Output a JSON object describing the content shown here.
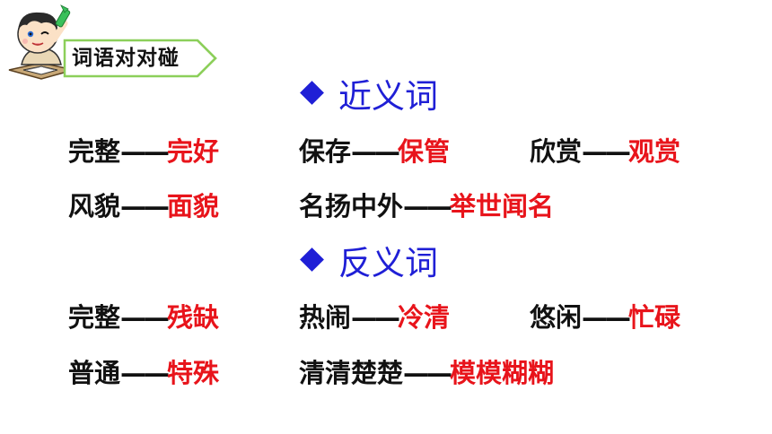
{
  "header": {
    "badge_label": "词语对对碰"
  },
  "sections": [
    {
      "title": "近义词",
      "rows": [
        [
          {
            "word": "完整",
            "dash": "——",
            "answer": "完好"
          },
          {
            "word": "保存",
            "dash": "——",
            "answer": "保管"
          },
          {
            "word": "欣赏",
            "dash": "——",
            "answer": "观赏"
          }
        ],
        [
          {
            "word": "风貌",
            "dash": "——",
            "answer": "面貌"
          },
          {
            "word": "名扬中外",
            "dash": "——",
            "answer": "举世闻名"
          }
        ]
      ]
    },
    {
      "title": "反义词",
      "rows": [
        [
          {
            "word": "完整",
            "dash": "——",
            "answer": "残缺"
          },
          {
            "word": "热闹",
            "dash": "——",
            "answer": "冷清"
          },
          {
            "word": "悠闲",
            "dash": "——",
            "answer": "忙碌"
          }
        ],
        [
          {
            "word": "普通",
            "dash": "——",
            "answer": "特殊"
          },
          {
            "word": "清清楚楚",
            "dash": "——",
            "answer": "模模糊糊"
          }
        ]
      ]
    }
  ],
  "colors": {
    "title": "#1f1fd6",
    "word": "#111111",
    "answer": "#e8141b",
    "badge_border": "#8ccf5a"
  }
}
